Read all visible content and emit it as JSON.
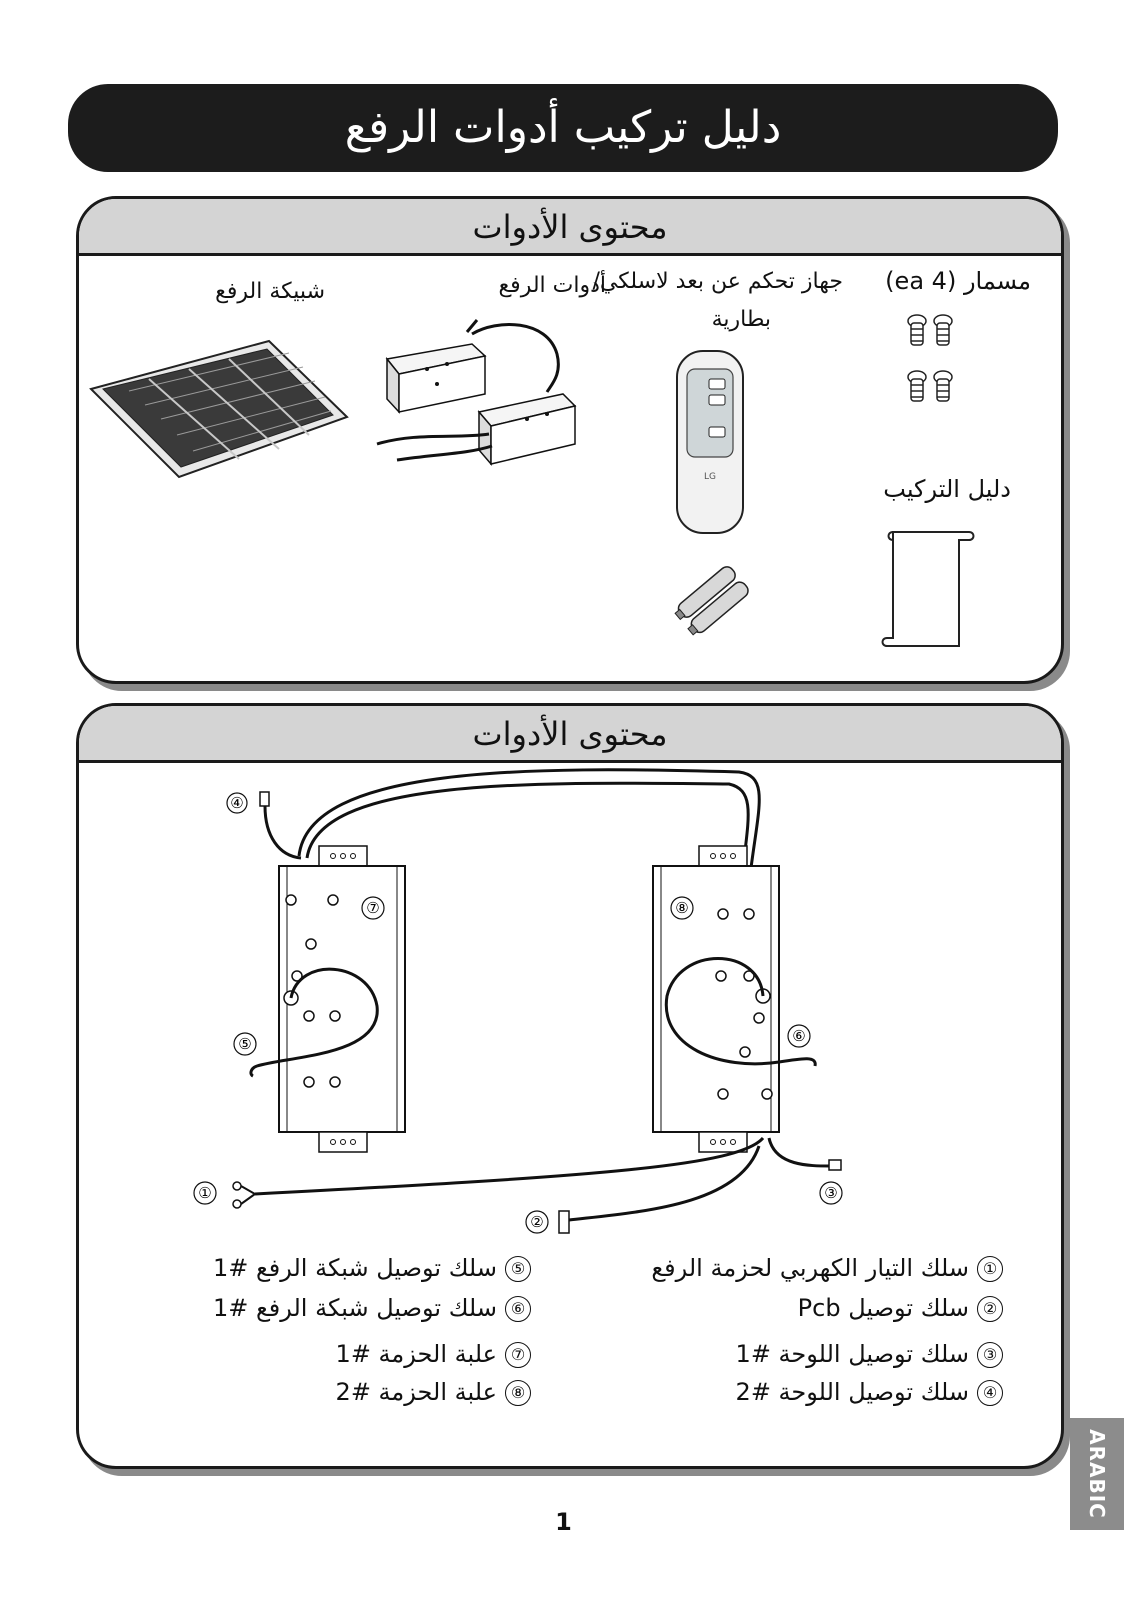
{
  "title": "دليل تركيب أدوات الرفع",
  "section1": {
    "header": "محتوى الأدوات",
    "items": {
      "screws": "مسمار (4 ea)",
      "remote": "جهاز تحكم عن بعد لاسلكي/",
      "battery": "بطارية",
      "tools": "أدوات الرفع",
      "grille": "شبيكة الرفع",
      "manual": "دليل التركيب",
      "remote_logo": "LG"
    }
  },
  "section2": {
    "header": "محتوى الأدوات",
    "numbers": [
      "①",
      "②",
      "③",
      "④",
      "⑤",
      "⑥",
      "⑦",
      "⑧"
    ],
    "legend": [
      {
        "num": "①",
        "text": "سلك التيار الكهربي لحزمة الرفع"
      },
      {
        "num": "②",
        "text": "سلك توصيل Pcb"
      },
      {
        "num": "③",
        "text": "سلك توصيل اللوحة #1"
      },
      {
        "num": "④",
        "text": "سلك توصيل اللوحة #2"
      },
      {
        "num": "⑤",
        "text": "سلك توصيل شبكة الرفع #1"
      },
      {
        "num": "⑥",
        "text": "سلك توصيل شبكة الرفع #1"
      },
      {
        "num": "⑦",
        "text": "علبة الحزمة #1"
      },
      {
        "num": "⑧",
        "text": "علبة الحزمة #2"
      }
    ]
  },
  "side_tab": "ARABIC",
  "page_number": "1"
}
